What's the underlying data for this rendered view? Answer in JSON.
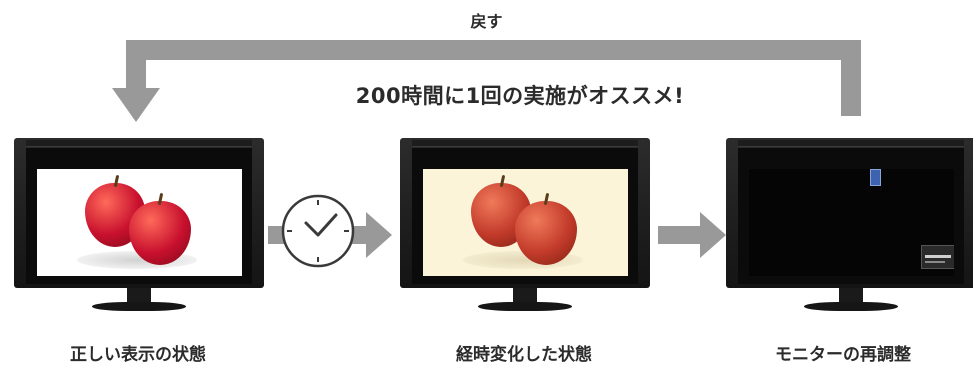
{
  "return_label": "戻す",
  "headline": "200時間に1回の実施がオススメ!",
  "stages": [
    {
      "caption": "正しい表示の状態"
    },
    {
      "caption": "経時変化した状態"
    },
    {
      "caption": "モニターの再調整"
    }
  ],
  "colors": {
    "arrow": "#999999",
    "text": "#2b2b2b",
    "aged_screen": "#fbf4d8"
  }
}
